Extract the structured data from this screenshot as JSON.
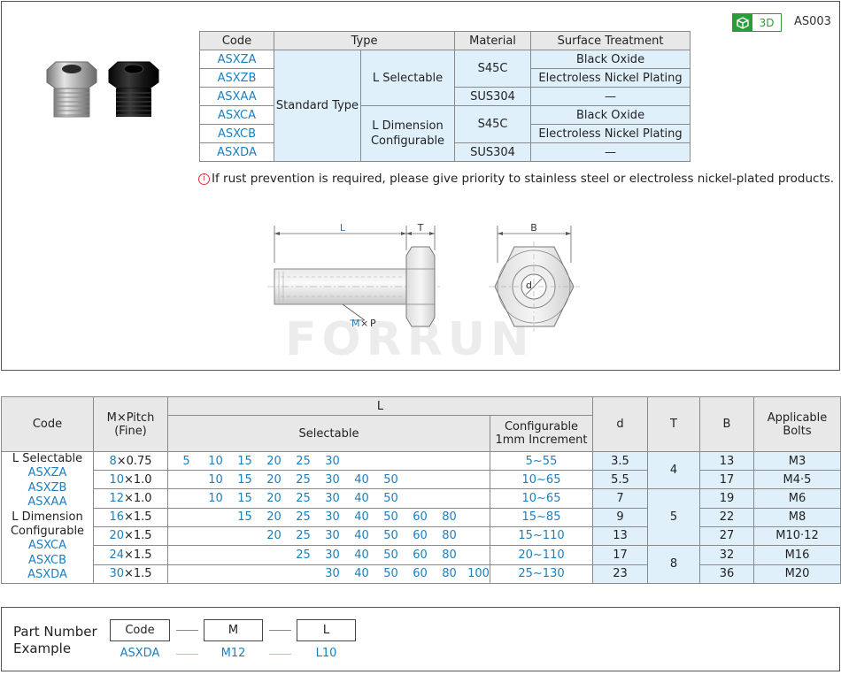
{
  "header": {
    "badge_3d": "3D",
    "part_code": "AS003"
  },
  "spec_table": {
    "headers": [
      "Code",
      "Type",
      "Material",
      "Surface Treatment"
    ],
    "codes": [
      "ASXZA",
      "ASXZB",
      "ASXAA",
      "ASXCA",
      "ASXCB",
      "ASXDA"
    ],
    "type": "Standard Type",
    "l_selectable": "L Selectable",
    "l_dimension": "L Dimension\nConfigurable",
    "materials": [
      "S45C",
      "SUS304",
      "S45C",
      "SUS304"
    ],
    "treatments": [
      "Black Oxide",
      "Electroless Nickel Plating",
      "—",
      "Black Oxide",
      "Electroless Nickel Plating",
      "—"
    ]
  },
  "note": "If rust prevention is required, please give priority to stainless steel or electroless nickel-plated products.",
  "drawing": {
    "L": "L",
    "T": "T",
    "B": "B",
    "d": "d",
    "M": "M",
    "x": "×",
    "P": "P"
  },
  "watermark": "FORRUN",
  "dim_table": {
    "headers": {
      "code": "Code",
      "m_pitch_1": "M×Pitch",
      "m_pitch_2": "(Fine)",
      "L": "L",
      "selectable": "Selectable",
      "configurable_1": "Configurable",
      "configurable_2": "1mm Increment",
      "d": "d",
      "T": "T",
      "B": "B",
      "bolts_1": "Applicable",
      "bolts_2": "Bolts"
    },
    "code_lines": [
      "L Selectable",
      "ASXZA",
      "ASXZB",
      "ASXAA",
      "L Dimension",
      "Configurable",
      "ASXCA",
      "ASXCB",
      "ASXDA"
    ],
    "rows": [
      {
        "m": "8",
        "pitch": "×0.75",
        "sel": [
          "5",
          "10",
          "15",
          "20",
          "25",
          "30",
          "",
          "",
          "",
          "",
          "",
          ""
        ],
        "conf": "5~55",
        "d": "3.5",
        "B": "13",
        "bolt": "M3"
      },
      {
        "m": "10",
        "pitch": "×1.0",
        "sel": [
          "",
          "10",
          "15",
          "20",
          "25",
          "30",
          "40",
          "50",
          "",
          "",
          "",
          ""
        ],
        "conf": "10~65",
        "d": "5.5",
        "B": "17",
        "bolt": "M4·5"
      },
      {
        "m": "12",
        "pitch": "×1.0",
        "sel": [
          "",
          "10",
          "15",
          "20",
          "25",
          "30",
          "40",
          "50",
          "",
          "",
          "",
          ""
        ],
        "conf": "10~65",
        "d": "7",
        "B": "19",
        "bolt": "M6"
      },
      {
        "m": "16",
        "pitch": "×1.5",
        "sel": [
          "",
          "",
          "15",
          "20",
          "25",
          "30",
          "40",
          "50",
          "60",
          "80",
          "",
          ""
        ],
        "conf": "15~85",
        "d": "9",
        "B": "22",
        "bolt": "M8"
      },
      {
        "m": "20",
        "pitch": "×1.5",
        "sel": [
          "",
          "",
          "",
          "20",
          "25",
          "30",
          "40",
          "50",
          "60",
          "80",
          "",
          ""
        ],
        "conf": "15~110",
        "d": "13",
        "B": "27",
        "bolt": "M10·12"
      },
      {
        "m": "24",
        "pitch": "×1.5",
        "sel": [
          "",
          "",
          "",
          "",
          "25",
          "30",
          "40",
          "50",
          "60",
          "80",
          "",
          ""
        ],
        "conf": "20~110",
        "d": "17",
        "B": "32",
        "bolt": "M16"
      },
      {
        "m": "30",
        "pitch": "×1.5",
        "sel": [
          "",
          "",
          "",
          "",
          "",
          "30",
          "40",
          "50",
          "60",
          "80",
          "100",
          ""
        ],
        "conf": "25~130",
        "d": "23",
        "B": "36",
        "bolt": "M20"
      }
    ],
    "T_values": [
      "4",
      "5",
      "8"
    ]
  },
  "part_number": {
    "title_1": "Part Number",
    "title_2": "Example",
    "boxes": [
      "Code",
      "M",
      "L"
    ],
    "values": [
      "ASXDA",
      "M12",
      "L10"
    ]
  }
}
